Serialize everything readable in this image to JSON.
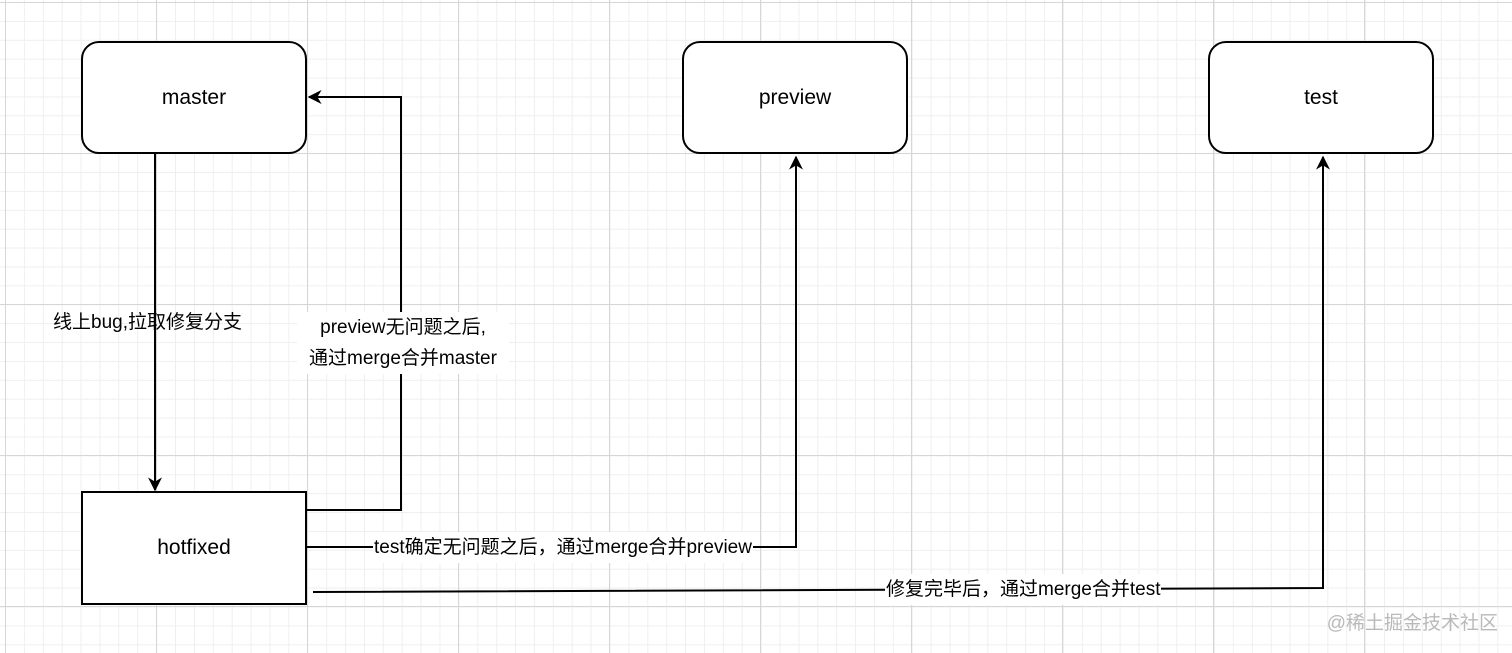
{
  "nodes": {
    "master": "master",
    "preview": "preview",
    "test": "test",
    "hotfixed": "hotfixed"
  },
  "edges": {
    "pull_branch": "线上bug,拉取修复分支",
    "merge_master_line1": "preview无问题之后,",
    "merge_master_line2": "通过merge合并master",
    "merge_preview": "test确定无问题之后，通过merge合并preview",
    "merge_test": "修复完毕后，通过merge合并test"
  },
  "watermark": "@稀土掘金技术社区",
  "colors": {
    "line": "#000000",
    "grid_major": "#d6d6d6",
    "grid_minor": "#efefef",
    "watermark": "#b9b9b9"
  }
}
